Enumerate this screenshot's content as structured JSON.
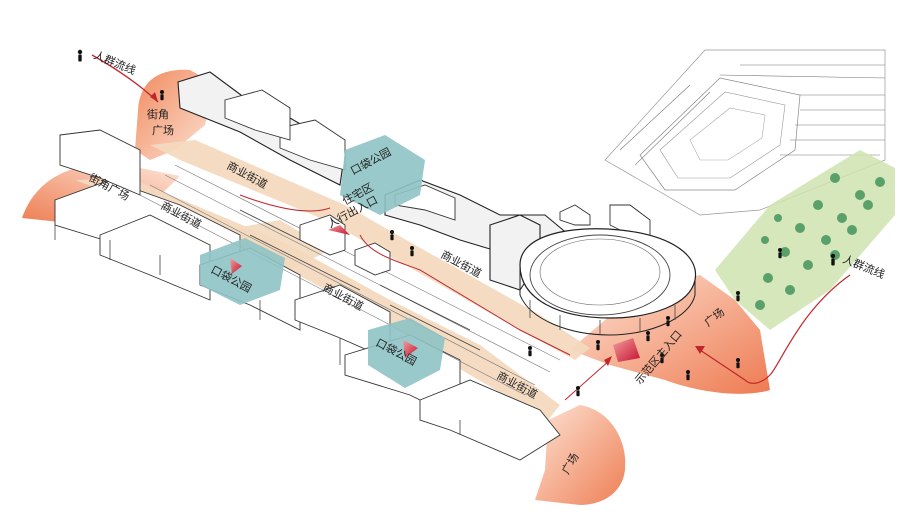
{
  "labels": {
    "crowd_flow_left": "人群流线",
    "crowd_flow_right": "人群流线",
    "corner_plaza_top": "街角广场",
    "corner_plaza_left": "街角广场",
    "commercial_street_1": "商业街道",
    "commercial_street_2": "商业街道",
    "commercial_street_3": "商业街道",
    "commercial_street_4": "商业街道",
    "commercial_street_5": "商业街道",
    "pocket_park_1": "口袋公园",
    "pocket_park_2": "口袋公园",
    "pocket_park_3": "口袋公园",
    "residential_entrance_line1": "住宅区",
    "residential_entrance_line2": "人行出入口",
    "plaza_right": "广场",
    "plaza_bottom": "广场",
    "demo_area_entrance": "示范区主入口"
  },
  "colors": {
    "plaza_orange": "#f2a27a",
    "street_tan": "#f3d9bf",
    "pocket_park_teal": "#8ec3c4",
    "green_area": "#cfe3b0",
    "tree_green": "#5aa06a",
    "flow_red": "#c0272d",
    "entry_red": "#d1232a"
  }
}
